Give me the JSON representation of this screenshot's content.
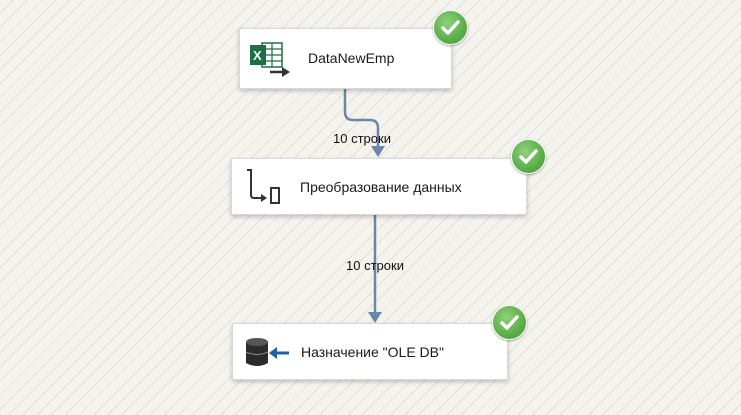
{
  "canvas": {
    "nodes": [
      {
        "id": "source",
        "label": "DataNewEmp",
        "icon": "excel-source-icon",
        "status": "success"
      },
      {
        "id": "transform",
        "label": "Преобразование данных",
        "icon": "data-conversion-icon",
        "status": "success"
      },
      {
        "id": "destination",
        "label": "Назначение \"OLE DB\"",
        "icon": "ole-db-destination-icon",
        "status": "success"
      }
    ],
    "paths": [
      {
        "label": "10 строки"
      },
      {
        "label": "10 строки"
      }
    ]
  },
  "colors": {
    "connector": "#6b87a8",
    "status_success": "#5aae4a",
    "excel_green": "#1d7044"
  }
}
